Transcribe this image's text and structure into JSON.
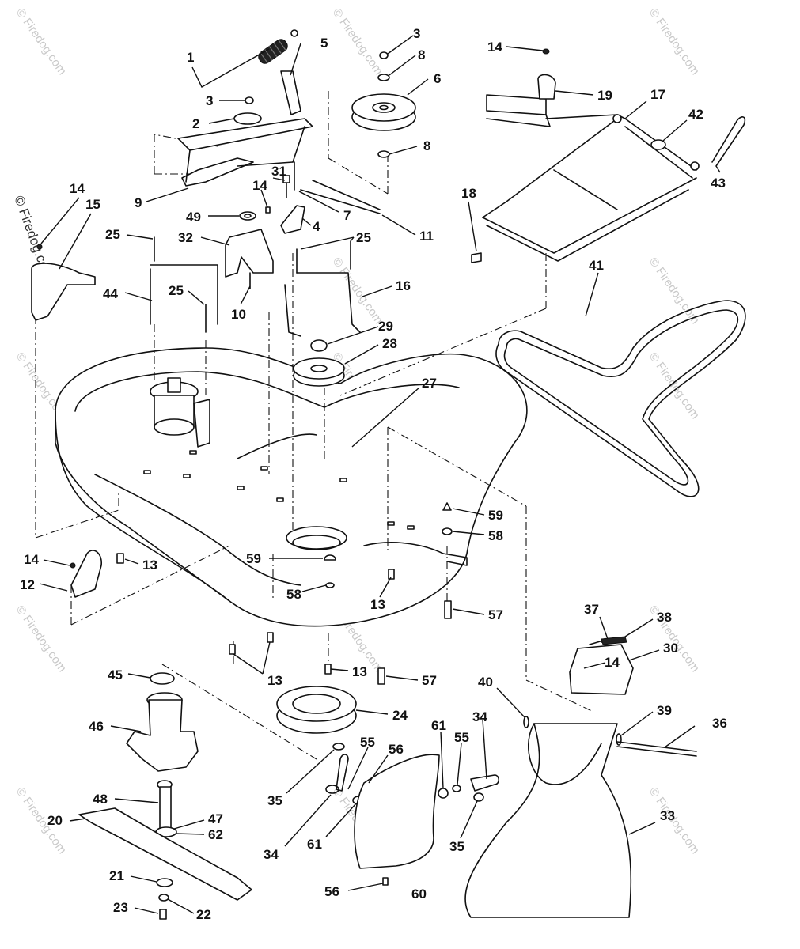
{
  "diagram": {
    "watermark": "© Firedog.com",
    "copyright": "© Firedog.com",
    "callouts": [
      "1",
      "2",
      "3",
      "3",
      "4",
      "5",
      "6",
      "7",
      "8",
      "8",
      "9",
      "10",
      "11",
      "12",
      "13",
      "13",
      "13",
      "13",
      "13",
      "14",
      "14",
      "14",
      "14",
      "14",
      "15",
      "16",
      "17",
      "18",
      "19",
      "20",
      "21",
      "22",
      "23",
      "24",
      "25",
      "25",
      "25",
      "27",
      "28",
      "29",
      "30",
      "31",
      "32",
      "33",
      "34",
      "34",
      "35",
      "35",
      "36",
      "37",
      "38",
      "39",
      "40",
      "41",
      "42",
      "43",
      "44",
      "45",
      "46",
      "47",
      "48",
      "49",
      "55",
      "55",
      "56",
      "56",
      "57",
      "57",
      "58",
      "58",
      "59",
      "59",
      "60",
      "61",
      "61",
      "62"
    ]
  }
}
